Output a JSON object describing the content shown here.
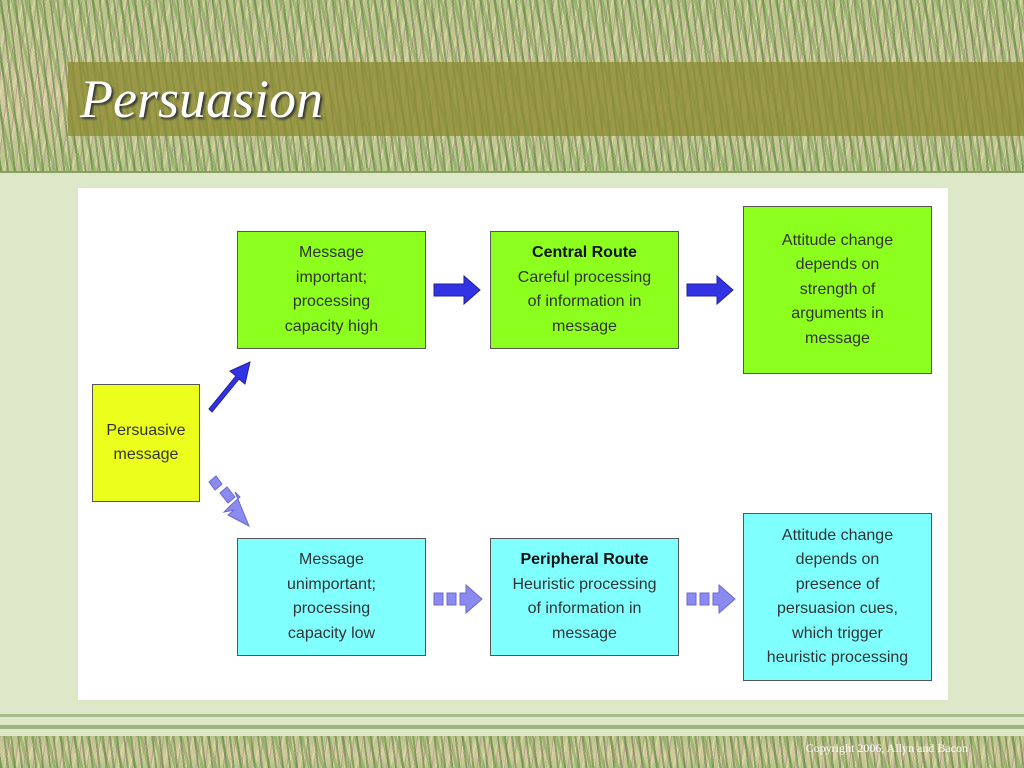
{
  "slide": {
    "title": "Persuasion",
    "copyright": "Copyright 2006, Allyn and Bacon"
  },
  "diagram": {
    "start": {
      "lines": [
        "Persuasive",
        "message"
      ]
    },
    "central": {
      "condition": [
        "Message",
        "important;",
        "processing",
        "capacity high"
      ],
      "route_title": "Central Route",
      "route_desc": [
        "Careful processing",
        "of information in",
        "message"
      ],
      "outcome": [
        "Attitude change",
        "depends on",
        "strength of",
        "arguments in",
        "message"
      ]
    },
    "peripheral": {
      "condition": [
        "Message",
        "unimportant;",
        "processing",
        "capacity low"
      ],
      "route_title": "Peripheral Route",
      "route_desc": [
        "Heuristic processing",
        "of information in",
        "message"
      ],
      "outcome": [
        "Attitude change",
        "depends on",
        "presence of",
        "persuasion cues,",
        "which trigger",
        "heuristic processing"
      ]
    },
    "colors": {
      "central_box": "#8cff1e",
      "start_box": "#ecff1c",
      "peripheral_box": "#80ffff",
      "central_arrow": "#3333e6",
      "peripheral_arrow": "#8a8af0"
    }
  }
}
